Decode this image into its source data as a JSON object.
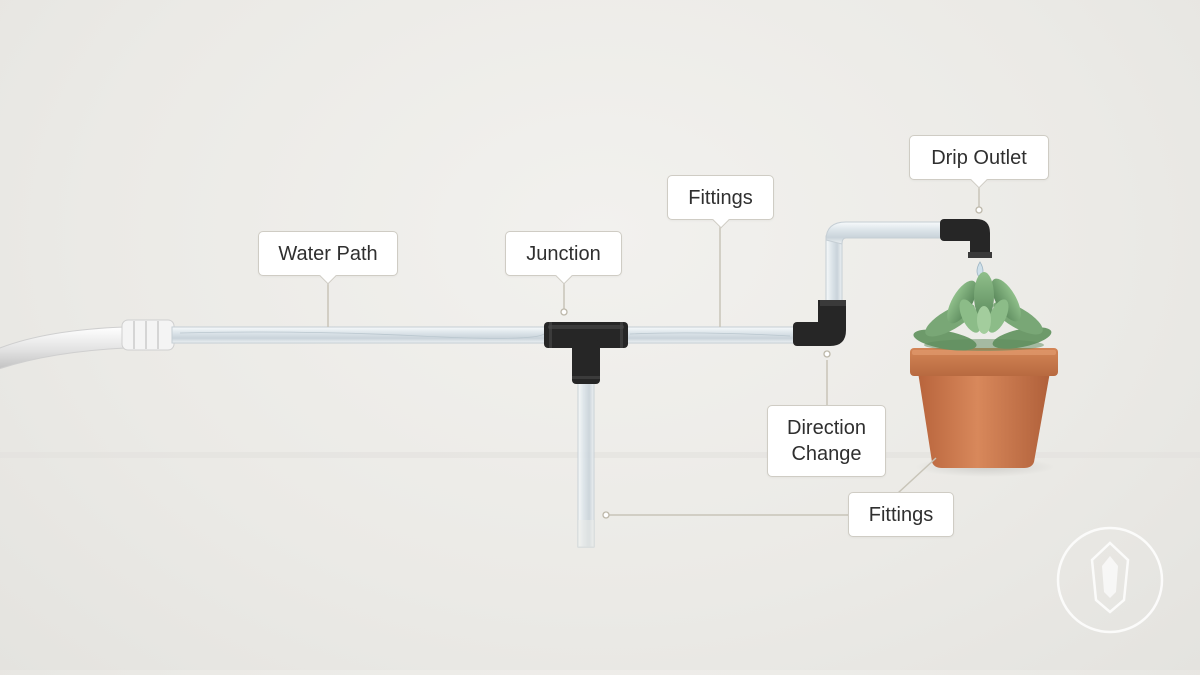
{
  "diagram": {
    "labels": {
      "water_path": "Water Path",
      "junction": "Junction",
      "fittings_top": "Fittings",
      "drip_outlet": "Drip Outlet",
      "direction_change_line1": "Direction",
      "direction_change_line2": "Change",
      "fittings_bottom": "Fittings"
    },
    "colors": {
      "background": "#ecebe7",
      "tubing": "#dfe6ea",
      "fitting": "#1f1f1f",
      "pot": "#c9774c",
      "succulent": "#6f9c6c",
      "leader_line": "#c8c4b8"
    },
    "icons": [
      "hose-icon",
      "tee-fitting-icon",
      "elbow-fitting-icon",
      "drip-emitter-icon",
      "succulent-pot-icon",
      "logo-badge-icon"
    ]
  }
}
